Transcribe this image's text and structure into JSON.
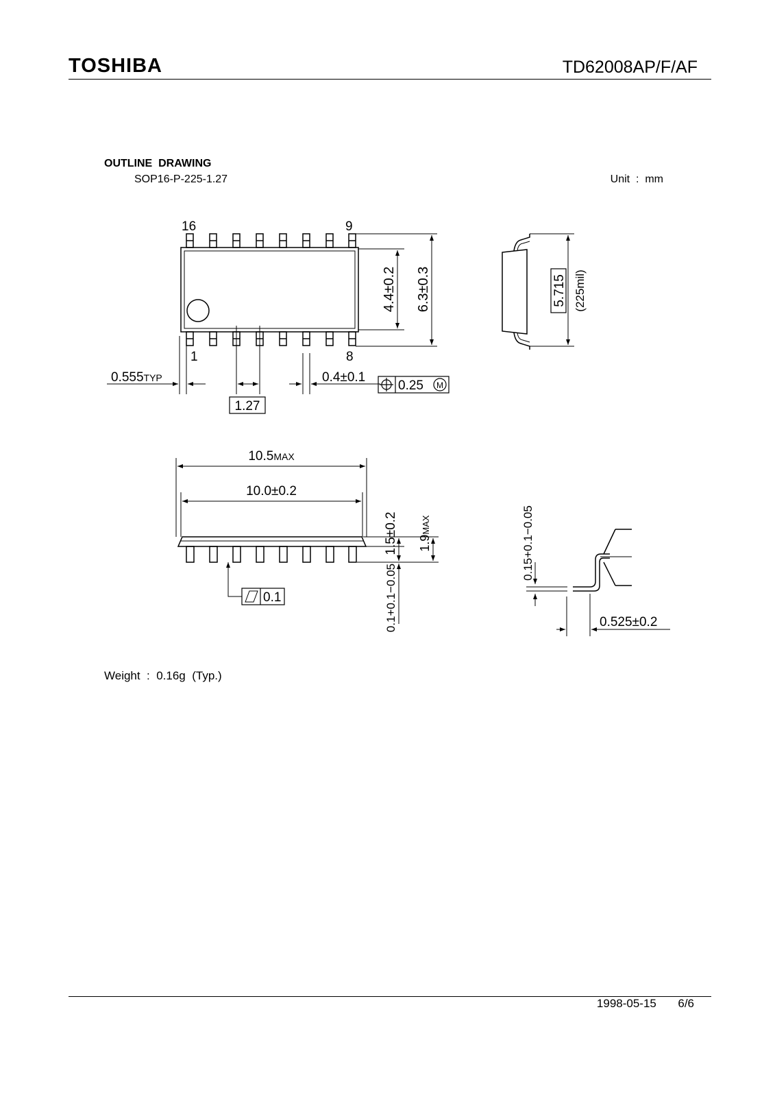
{
  "header": {
    "brand": "TOSHIBA",
    "part_number": "TD62008AP/F/AF"
  },
  "section": {
    "title": "OUTLINE  DRAWING",
    "package": "SOP16-P-225-1.27",
    "unit": "Unit  :  mm"
  },
  "drawing": {
    "top_view": {
      "pin_16": "16",
      "pin_9": "9",
      "pin_1": "1",
      "pin_8": "8",
      "dim_width_inner": "4.4±0.2",
      "dim_width_outer": "6.3±0.3",
      "dim_lead_typ_value": "0.555",
      "dim_lead_typ_suffix": "TYP",
      "dim_lead_width": "0.4±0.1",
      "tolerance_value": "0.25",
      "tolerance_modifier": "M",
      "pitch": "1.27"
    },
    "end_view": {
      "dim_value": "5.715",
      "dim_mil": "(225mil)"
    },
    "side_view": {
      "len_max_value": "10.5",
      "len_max_suffix": "MAX",
      "len_nominal": "10.0±0.2",
      "body_height": "1.5±0.2",
      "total_height_value": "1.9",
      "total_height_suffix": "MAX",
      "standoff": "0.1+0.1−0.05",
      "flatness": "0.1"
    },
    "lead_detail": {
      "thickness": "0.15+0.1−0.05",
      "foot_length": "0.525±0.2"
    }
  },
  "weight": "Weight  :  0.16g  (Typ.)",
  "footer": {
    "date": "1998-05-15",
    "page": "6/6"
  }
}
